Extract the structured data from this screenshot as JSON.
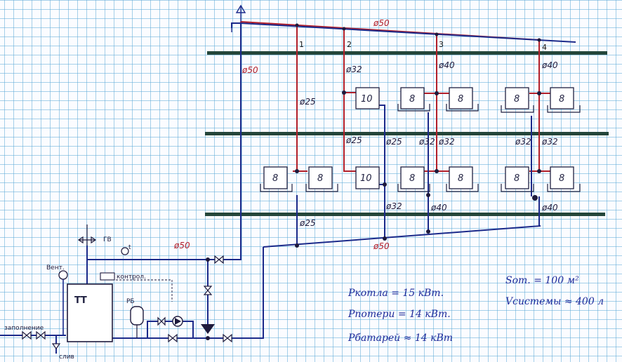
{
  "risers": [
    "1",
    "2",
    "3",
    "4"
  ],
  "pipe_labels": {
    "supply_top": "ø50",
    "main_riser": "ø50",
    "riser2_top": "ø32",
    "riser3_top": "ø40",
    "riser4_top": "ø40",
    "riser1_mid": "ø25",
    "riser2_low": "ø25",
    "return2": "ø25",
    "return3a": "ø32",
    "riser3_low": "ø32",
    "riser4_low_left": "ø32",
    "riser4_low_right": "ø32",
    "return_mid": "ø32",
    "return3_low": "ø40",
    "return4_low": "ø40",
    "return1_low": "ø25",
    "return_main": "ø50",
    "boiler_supply": "ø50"
  },
  "radiators": {
    "upper": [
      "10",
      "8",
      "8",
      "8",
      "8"
    ],
    "lower": [
      "8",
      "8",
      "10",
      "8",
      "8",
      "8",
      "8"
    ]
  },
  "equipment": {
    "boiler": "ТТ",
    "expansion_tank": "РБ",
    "vent": "Вент.",
    "control": "контрол.",
    "hot_water": "ГВ",
    "thermometer": "t",
    "fill": "заполнение",
    "drain": "слив"
  },
  "params": {
    "p_boiler": "Ркотла = 15 кВт.",
    "p_loss": "Рпотери = 14 кВт.",
    "p_radiators": "Рбатарей ≈ 14 кВт",
    "area": "Sот. = 100 м²",
    "volume": "Vсистемы ≈ 400 л"
  },
  "colors": {
    "supply": "#b21f2a",
    "return": "#1c2a8a",
    "floor": "#24463a",
    "ink": "#1e1a3c"
  }
}
